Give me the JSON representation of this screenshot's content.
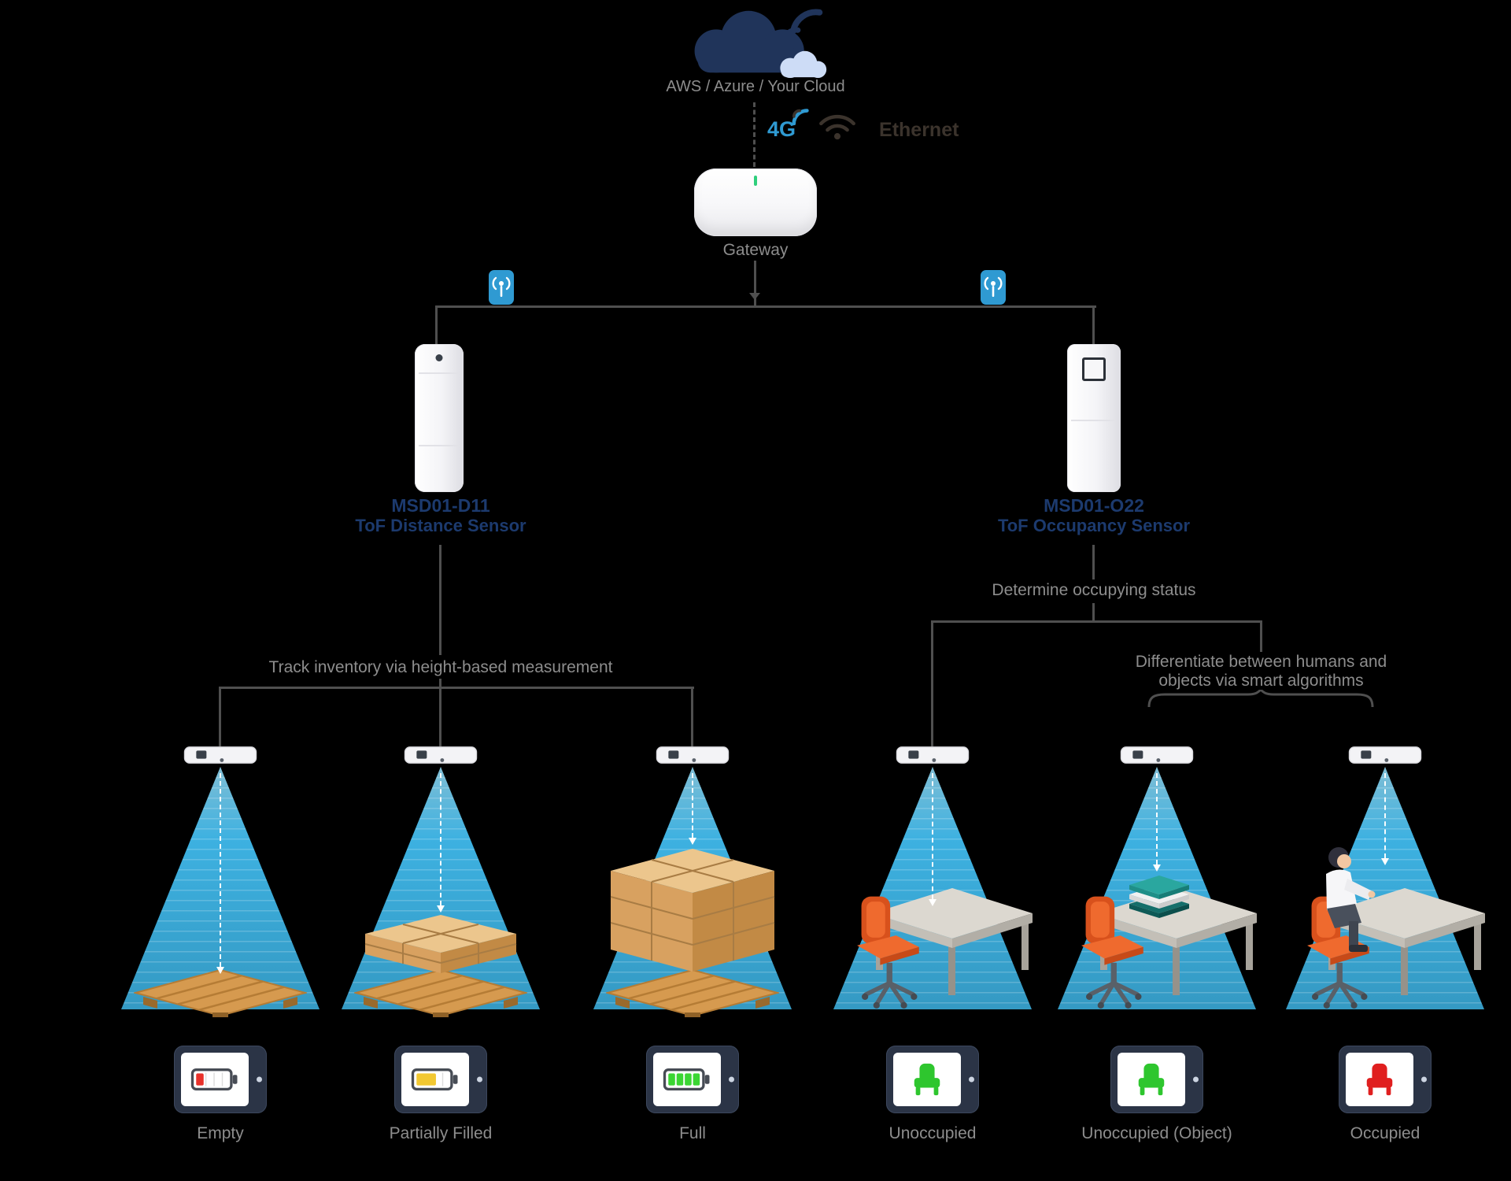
{
  "cloud": {
    "label": "AWS / Azure / Your Cloud"
  },
  "connectivity": {
    "cellular_label": "4G",
    "ethernet_label": "Ethernet"
  },
  "gateway": {
    "label": "Gateway"
  },
  "left_branch": {
    "model": "MSD01-D11",
    "name": "ToF Distance Sensor",
    "annotation": "Track inventory via height-based measurement",
    "scenes": [
      {
        "label": "Empty",
        "indicator": "battery-low-red"
      },
      {
        "label": "Partially Filled",
        "indicator": "battery-half-yellow"
      },
      {
        "label": "Full",
        "indicator": "battery-full-green"
      }
    ]
  },
  "right_branch": {
    "model": "MSD01-O22",
    "name": "ToF Occupancy Sensor",
    "annotation1": "Determine occupying status",
    "annotation2_line1": "Differentiate between humans and",
    "annotation2_line2": "objects via smart algorithms",
    "scenes": [
      {
        "label": "Unoccupied",
        "indicator": "chair-green"
      },
      {
        "label": "Unoccupied (Object)",
        "indicator": "chair-green"
      },
      {
        "label": "Occupied",
        "indicator": "chair-red"
      }
    ]
  },
  "icons": {
    "cloud": "cloud-with-signal",
    "cellular": "4g-signal-icon",
    "wifi": "wifi-icon",
    "lora_badge": "wireless-antenna-badge",
    "ceiling_sensor": "ceiling-mounted-sensor",
    "battery_low": "battery-low-red",
    "battery_half": "battery-half-yellow",
    "battery_full": "battery-full-green",
    "chair_free": "chair-green",
    "chair_occupied": "chair-red"
  },
  "colors": {
    "background": "#000000",
    "line_gray": "#4f4f4f",
    "text_gray": "#8d8d8d",
    "navy_text": "#1c3a6e",
    "accent_blue": "#2f9ad2",
    "cone_blue": "#42c0f4",
    "battery_red": "#e8312a",
    "battery_yellow": "#f2c832",
    "battery_green": "#3bd633",
    "chair_green": "#2ec62e",
    "chair_red": "#e01f1f",
    "cloud_navy": "#20345a",
    "led_green": "#2fcf7c"
  }
}
